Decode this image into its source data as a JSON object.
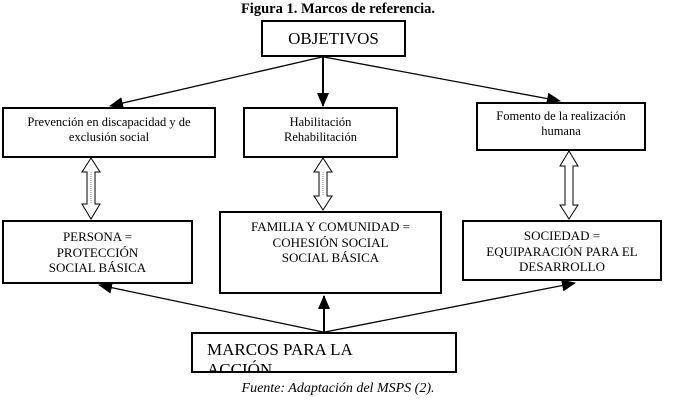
{
  "figure": {
    "title": "Figura 1. Marcos de referencia.",
    "source": "Fuente: Adaptación del MSPS (2)."
  },
  "nodes": {
    "objetivos": "OBJETIVOS",
    "prevencion": "Prevención en discapacidad y de\nexclusión social",
    "habilitacion": "Habilitación\nRehabilitación",
    "fomento": "Fomento de la realización\nhumana",
    "persona": "PERSONA =\nPROTECCIÓN\nSOCIAL BÁSICA",
    "familia": "FAMILIA Y COMUNIDAD =\nCOHESIÓN SOCIAL\nSOCIAL BÁSICA",
    "sociedad": "SOCIEDAD =\nEQUIPARACIÓN PARA EL\nDESARROLLO",
    "marcos": "MARCOS PARA LA\nACCIÓN"
  },
  "edges": [
    {
      "from": "objetivos",
      "to": "prevencion",
      "type": "arrow"
    },
    {
      "from": "objetivos",
      "to": "habilitacion",
      "type": "arrow"
    },
    {
      "from": "objetivos",
      "to": "fomento",
      "type": "arrow"
    },
    {
      "from": "prevencion",
      "to": "persona",
      "type": "double-hollow-arrow"
    },
    {
      "from": "habilitacion",
      "to": "familia",
      "type": "double-hollow-arrow"
    },
    {
      "from": "fomento",
      "to": "sociedad",
      "type": "double-hollow-arrow"
    },
    {
      "from": "marcos",
      "to": "persona",
      "type": "arrow"
    },
    {
      "from": "marcos",
      "to": "familia",
      "type": "arrow"
    },
    {
      "from": "marcos",
      "to": "sociedad",
      "type": "arrow"
    }
  ]
}
